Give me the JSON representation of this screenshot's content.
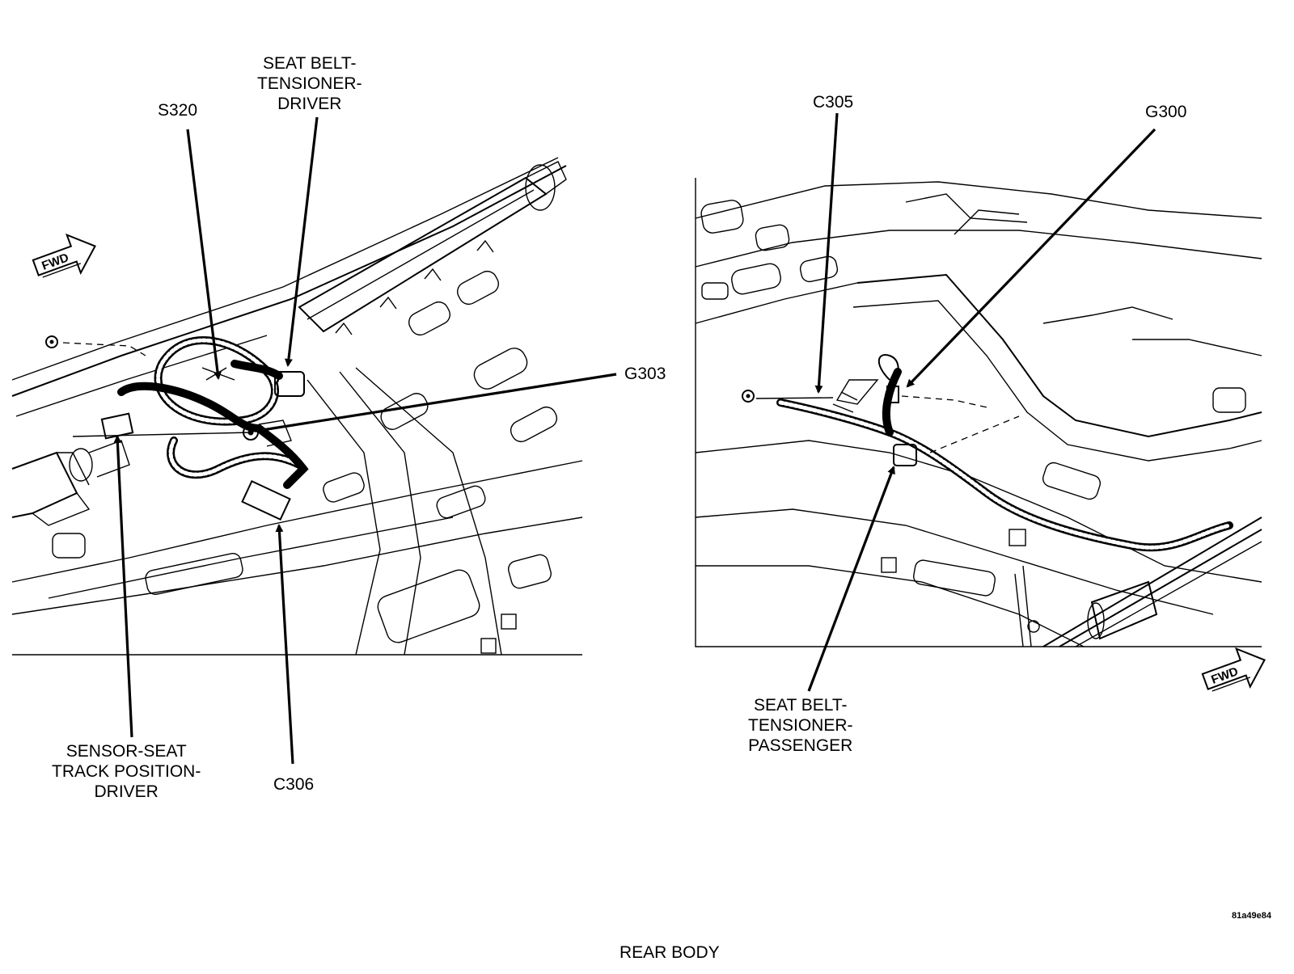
{
  "labels": {
    "s320": "S320",
    "seat_belt_tensioner_driver": [
      "SEAT BELT-",
      "TENSIONER-",
      "DRIVER"
    ],
    "g303": "G303",
    "sensor_seat_track_position_driver": [
      "SENSOR-SEAT",
      "TRACK POSITION-",
      "DRIVER"
    ],
    "c306": "C306",
    "c305": "C305",
    "g300": "G300",
    "seat_belt_tensioner_passenger": [
      "SEAT BELT-",
      "TENSIONER-",
      "PASSENGER"
    ]
  },
  "fwd_arrow_text": "FWD",
  "caption": "REAR BODY",
  "figure_code": "81a49e84",
  "icons": [
    "fwd-arrow-icon",
    "ground-bolt-icon"
  ]
}
